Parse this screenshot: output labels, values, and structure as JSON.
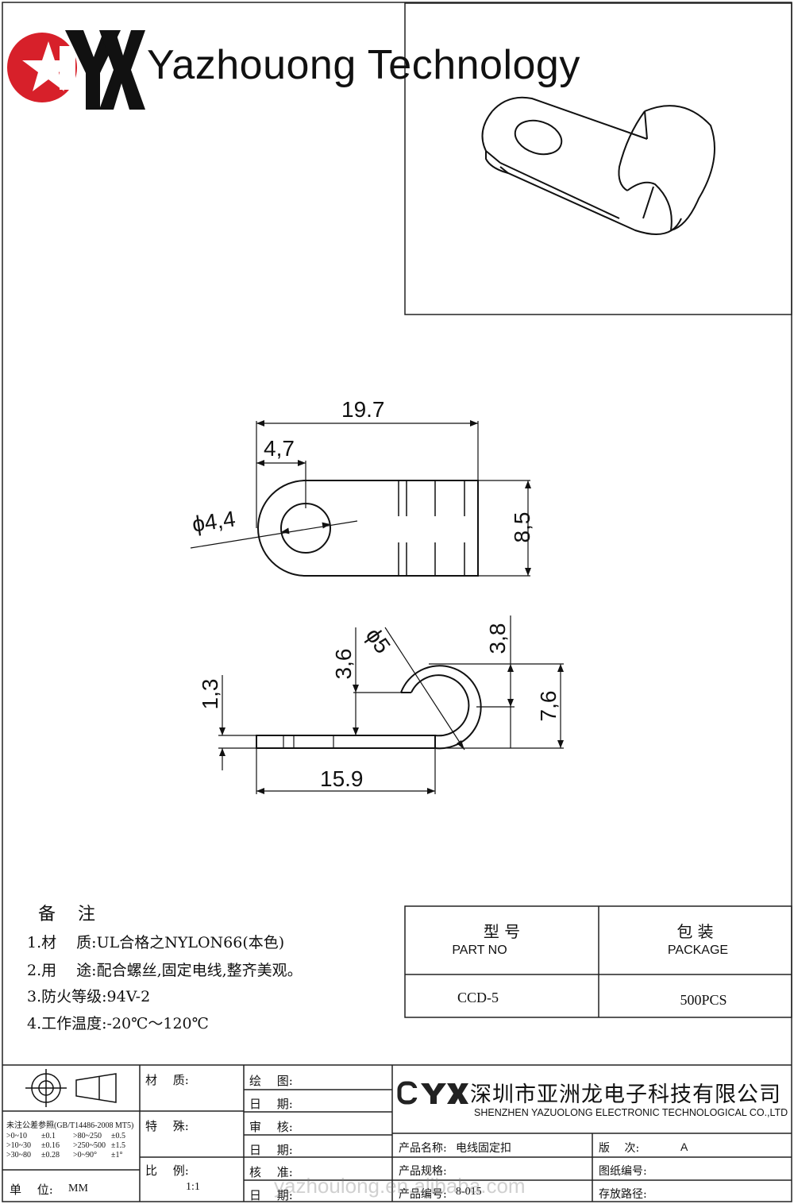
{
  "brand": {
    "logo_text": "CYX",
    "title": "Yazhouong Technology",
    "logo_color": "#d7202a"
  },
  "drawing": {
    "dim_top_length": "19.7",
    "dim_hole_offset": "4,7",
    "dim_hole_diameter": "ϕ4,4",
    "dim_width": "8,5",
    "dim_thickness": "1,3",
    "dim_side_height_a": "3,6",
    "dim_side_diameter": "ϕ5",
    "dim_side_height_b": "3,8",
    "dim_side_height_c": "7,6",
    "dim_side_length": "15.9"
  },
  "notes": {
    "heading": "备注",
    "items": [
      "1.材　 质:UL合格之NYLON66(本色)",
      "2.用　 途:配合螺丝,固定电线,整齐美观。",
      "3.防火等级:94V-2",
      "4.工作温度:-20℃～120℃"
    ]
  },
  "part_table": {
    "part_no_cn": "型 号",
    "part_no_en": "PART NO",
    "package_cn": "包 装",
    "package_en": "PACKAGE",
    "part_no_value": "CCD-5",
    "package_value": "500PCS"
  },
  "title_block": {
    "tolerance_title": "未注公差参照(GB/T14486-2008 MT5)",
    "tolerance_rows": [
      [
        ">0~10",
        "±0.1",
        ">80~250",
        "±0.5"
      ],
      [
        ">10~30",
        "±0.16",
        ">250~500",
        "±1.5"
      ],
      [
        ">30~80",
        "±0.28",
        ">0~90°",
        "±1°"
      ]
    ],
    "unit_label": "单　 位:",
    "unit_value": "MM",
    "material_label": "材　 质:",
    "special_label": "特　 殊:",
    "scale_label": "比　 例:",
    "scale_value": "1:1",
    "draw_label": "绘　 图:",
    "date_label_1": "日　 期:",
    "review_label": "审　 核:",
    "date_label_2": "日　 期:",
    "approve_label": "核　 准:",
    "date_label_3": "日　 期:",
    "company_logo": "CYX",
    "company_cn": "深圳市亚洲龙电子科技有限公司",
    "company_en": "SHENZHEN YAZUOLONG ELECTRONIC TECHNOLOGICAL CO.,LTD",
    "product_name_label": "产品名称:",
    "product_name_value": "电线固定扣",
    "version_label": "版　 次:",
    "version_value": "A",
    "product_spec_label": "产品规格:",
    "drawing_no_label": "图纸编号:",
    "product_no_label": "产品编号:",
    "product_no_value": "8-015",
    "storage_path_label": "存放路径:"
  },
  "watermark": "yazhoulong.en.alibaba.com"
}
